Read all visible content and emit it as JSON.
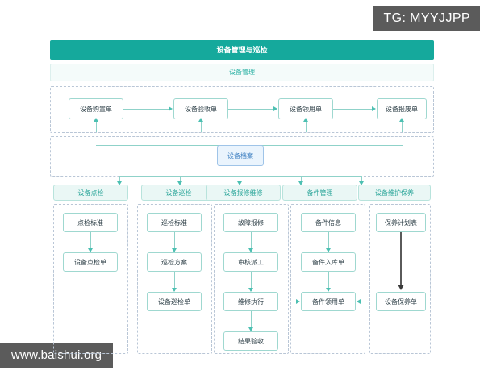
{
  "overlays": {
    "tg_badge": "TG: MYYJJPP",
    "site_badge": "www.baishui.org"
  },
  "diagram": {
    "title": "设备管理与巡检",
    "subtitle": "设备管理",
    "colors": {
      "header_teal": "#15a99c",
      "node_border": "#9fd8d0",
      "category_fill": "#eaf7f5",
      "category_text": "#2aa599",
      "archive_fill": "#eaf4fd",
      "archive_text": "#3d7fc1",
      "connector": "#4cc0b2",
      "dashed_border": "#b9c6d6",
      "badge_gray": "#5b5b5b"
    },
    "lifecycle_row": [
      {
        "label": "设备购置单"
      },
      {
        "label": "设备验收单"
      },
      {
        "label": "设备领用单"
      },
      {
        "label": "设备报废单"
      }
    ],
    "archive": {
      "label": "设备档案"
    },
    "categories": [
      {
        "label": "设备点检",
        "nodes": [
          "点检标准",
          "设备点检单"
        ]
      },
      {
        "label": "设备巡检",
        "nodes": [
          "巡检标准",
          "巡检方案",
          "设备巡检单"
        ]
      },
      {
        "label": "设备报修维修",
        "nodes": [
          "故障报修",
          "审核派工",
          "维修执行",
          "结果验收"
        ]
      },
      {
        "label": "备件管理",
        "nodes": [
          "备件信息",
          "备件入库单",
          "备件领用单"
        ]
      },
      {
        "label": "设备维护保养",
        "nodes": [
          "保养计划表",
          "设备保养单"
        ]
      }
    ]
  }
}
